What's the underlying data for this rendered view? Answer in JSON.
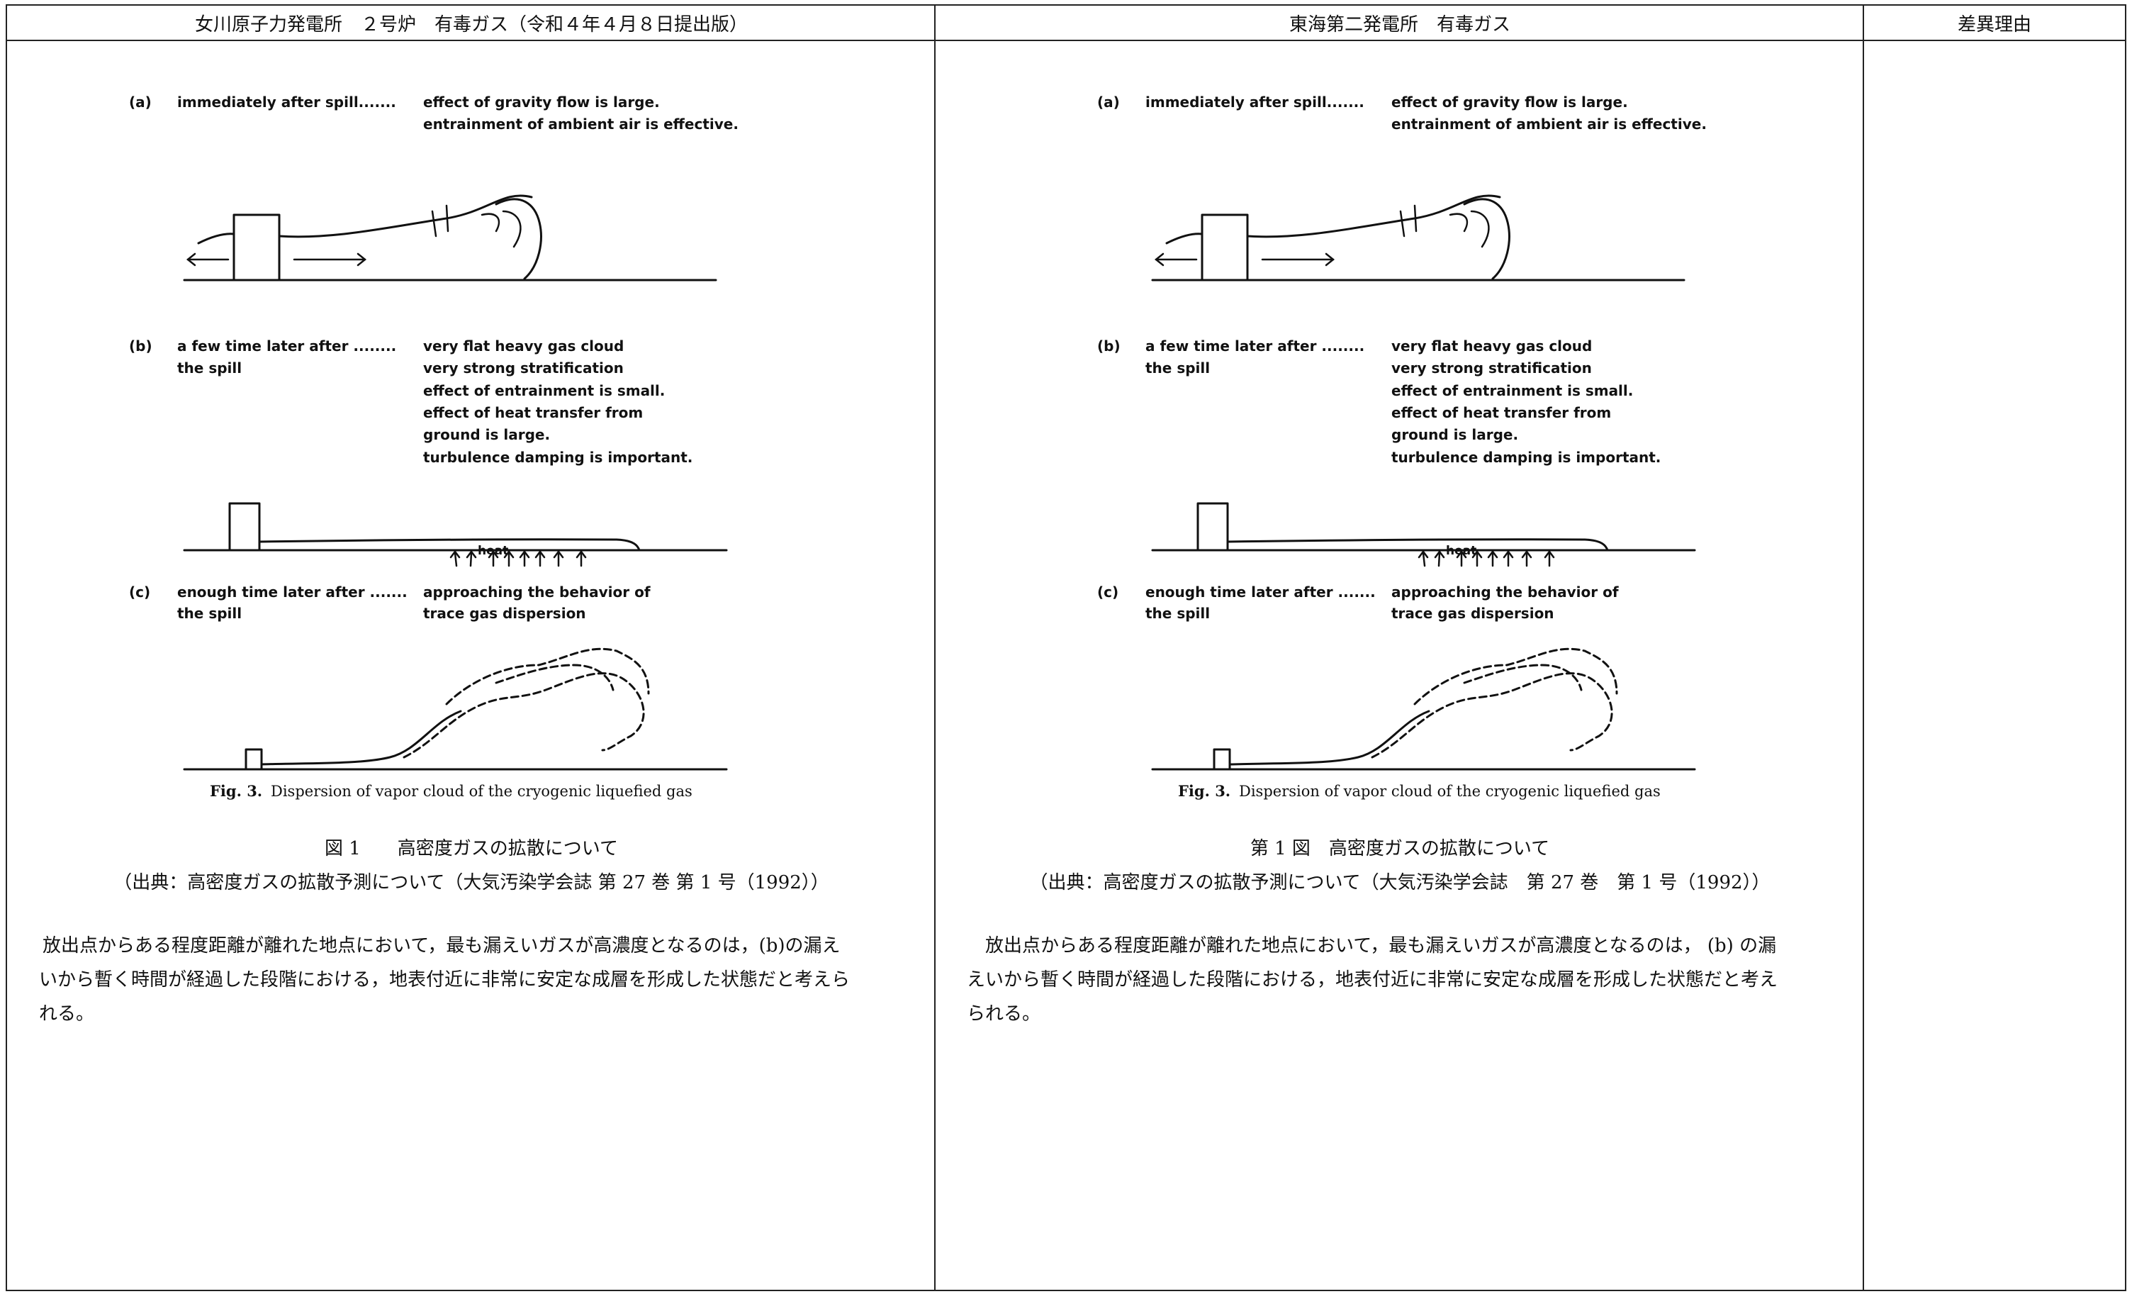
{
  "headers": {
    "left": "女川原子力発電所　２号炉　有毒ガス（令和４年４月８日提出版）",
    "center": "東海第二発電所　有毒ガス",
    "right": "差異理由"
  },
  "figure": {
    "a_label": "(a)",
    "a_left": "immediately after spill.......",
    "a_right_1": "effect of gravity flow is large.",
    "a_right_2": "entrainment of ambient air is effective.",
    "b_label": "(b)",
    "b_left_1": "a few time later after ........",
    "b_left_2": "the spill",
    "b_right_1": "very flat heavy gas cloud",
    "b_right_2": "very strong stratification",
    "b_right_3": "effect of entrainment is small.",
    "b_right_4": "effect of heat transfer from",
    "b_right_5": "ground is large.",
    "b_right_6": "turbulence damping is important.",
    "heat_label": "heat",
    "c_label": "(c)",
    "c_left_1": "enough time later after .......",
    "c_left_2": "the spill",
    "c_right_1": "approaching the behavior of",
    "c_right_2": "trace gas dispersion",
    "caption_bold": "Fig. 3.",
    "caption_text": "Dispersion of vapor cloud of the cryogenic liquefied gas"
  },
  "left": {
    "fig_title": "図 1　　高密度ガスの拡散について",
    "fig_source": "（出典：高密度ガスの拡散予測について（大気汚染学会誌 第 27 巻 第 1 号（1992））",
    "para_line1": "放出点からある程度距離が離れた地点において，最も漏えいガスが高濃度となるのは，(b)の漏え",
    "para_line2": "いから暫く時間が経過した段階における，地表付近に非常に安定な成層を形成した状態だと考えら",
    "para_line3": "れる。"
  },
  "center": {
    "fig_title": "第 1 図　高密度ガスの拡散について",
    "fig_source": "（出典：高密度ガスの拡散予測について（大気汚染学会誌　第 27 巻　第 1 号（1992））",
    "para_line1": "放出点からある程度距離が離れた地点において，最も漏えいガスが高濃度となるのは，  (b) の漏",
    "para_line2": "えいから暫く時間が経過した段階における，地表付近に非常に安定な成層を形成した状態だと考え",
    "para_line3": "られる。"
  }
}
